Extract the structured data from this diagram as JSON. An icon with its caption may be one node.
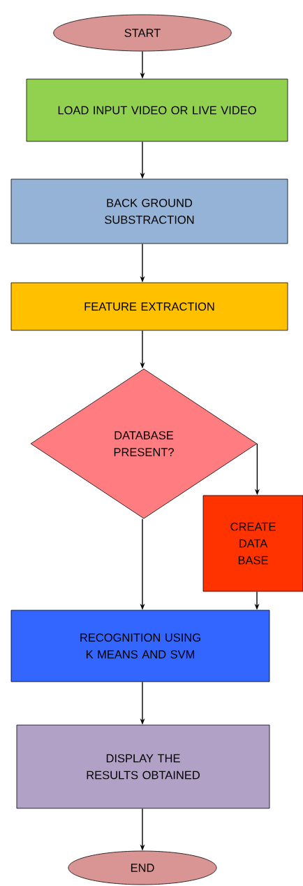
{
  "diagram": {
    "nodes": [
      {
        "text": [
          "START"
        ]
      },
      {
        "text": [
          "LOAD INPUT VIDEO OR LIVE VIDEO"
        ]
      },
      {
        "text": [
          "BACK GROUND SUBSTRACTION"
        ]
      },
      {
        "text": [
          "FEATURE EXTRACTION"
        ]
      },
      {
        "text": [
          "DATABASE PRESENT?"
        ]
      },
      {
        "text": [
          "CREATE DATA BASE"
        ]
      },
      {
        "text": [
          "RECOGNITION USING K MEANS AND SVM"
        ]
      },
      {
        "text": [
          "DISPLAY THE RESULTS OBTAINED"
        ]
      },
      {
        "text": [
          "END"
        ]
      }
    ],
    "edges": [
      {
        "from": 0,
        "to": 1,
        "arrow": "to"
      },
      {
        "from": 1,
        "to": 2,
        "arrow": "to"
      },
      {
        "from": 2,
        "to": 3,
        "arrow": "to"
      },
      {
        "from": 3,
        "to": 4,
        "arrow": "to"
      },
      {
        "from": 4,
        "to": 5,
        "arrow": "to"
      },
      {
        "from": 4,
        "to": 6,
        "arrow": "to"
      },
      {
        "from": 5,
        "to": 6,
        "arrow": "to"
      },
      {
        "from": 6,
        "to": 7,
        "arrow": "to"
      },
      {
        "from": 7,
        "to": 8,
        "arrow": "to"
      }
    ]
  }
}
